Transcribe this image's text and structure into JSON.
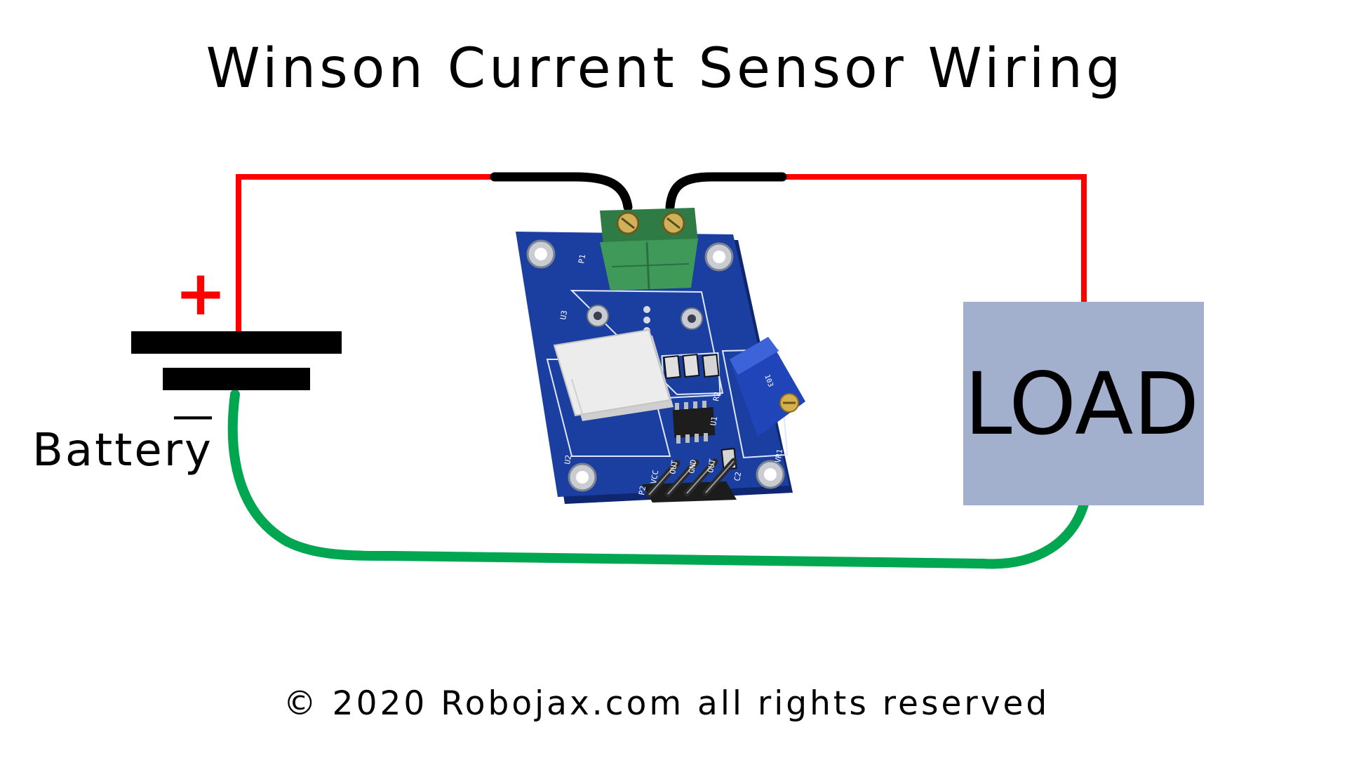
{
  "title": "Winson Current Sensor Wiring",
  "battery": {
    "label": "Battery",
    "positive_symbol": "+",
    "negative_symbol": "—"
  },
  "load": {
    "label": "LOAD"
  },
  "footer": "© 2020 Robojax.com all rights reserved",
  "sensor_module": {
    "silkscreen": {
      "p1": "P1",
      "u3": "U3",
      "u2": "U2",
      "u1": "U1",
      "r2": "R2",
      "c2": "C2",
      "p2": "P2",
      "vr1": "VR1",
      "pins": [
        "VCC",
        "OUT",
        "GND",
        "OUT"
      ]
    },
    "potentiometer_marking": "103"
  },
  "colors": {
    "positive_wire": "#ff0000",
    "return_wire": "#00a650",
    "sensor_leads": "#000000",
    "pcb": "#1a3fa0",
    "terminal_block": "#3f9a5a",
    "load_box": "#a3b0cd"
  }
}
